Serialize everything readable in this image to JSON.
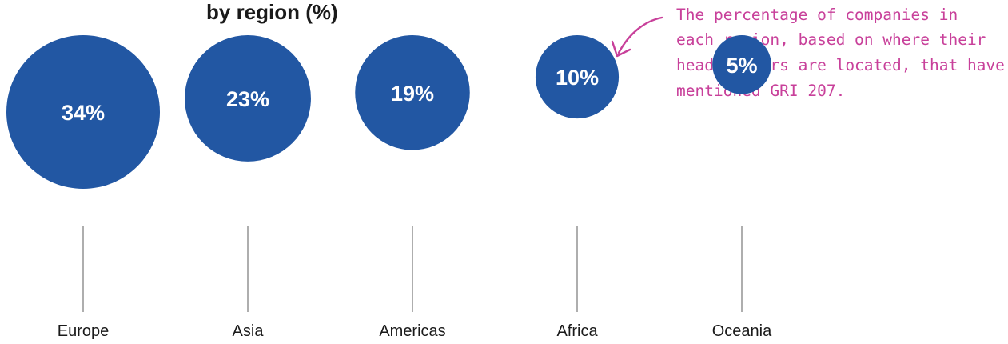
{
  "chart_data": {
    "type": "bubble",
    "title": "by region (%)",
    "categories": [
      "Europe",
      "Asia",
      "Americas",
      "Africa",
      "Oceania"
    ],
    "values": [
      34,
      23,
      19,
      10,
      5
    ],
    "value_labels": [
      "34%",
      "23%",
      "19%",
      "10%",
      "5%"
    ],
    "annotation": [
      "The percentage of companies in",
      "each region, based on where their",
      "headquarters are located, that have",
      "mentioned GRI 207."
    ],
    "colors": {
      "bubble": "#2257a3",
      "leader": "#777777",
      "annotation": "#c8409a",
      "text": "#1a1a1a"
    }
  }
}
